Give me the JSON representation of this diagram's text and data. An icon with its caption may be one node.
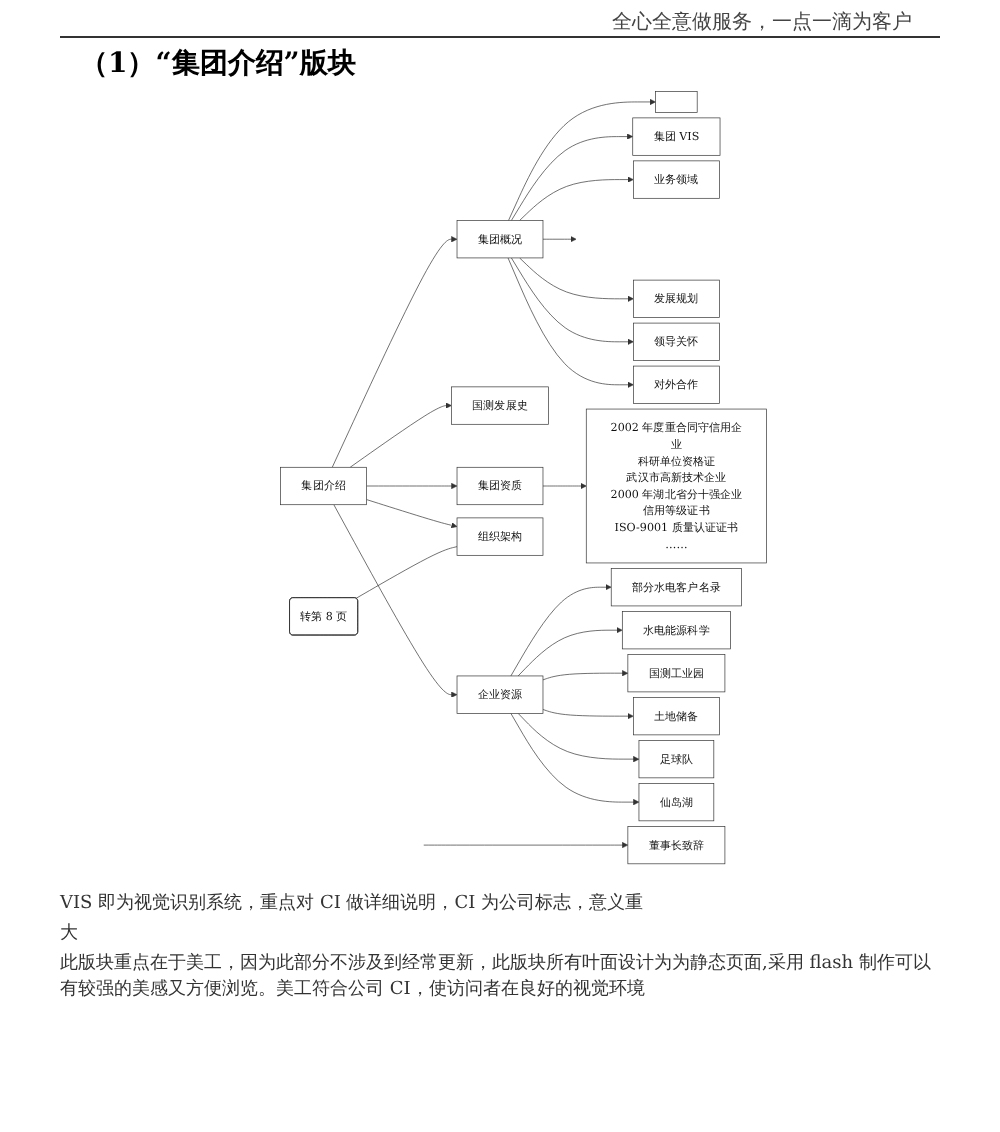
{
  "diagram": {
    "title": "（1）“集团介绍”版块",
    "nodes": [
      {
        "text": [
          "集团介绍"
        ]
      },
      {
        "text": [
          "集团概况"
        ]
      },
      {
        "text": [
          "国测发展史"
        ]
      },
      {
        "text": [
          "集团资质"
        ]
      },
      {
        "text": [
          "组织架构"
        ]
      },
      {
        "text": [
          "企业资源"
        ]
      },
      {
        "text": [],
        "shape": "box"
      },
      {
        "text": [
          "集团 VIS"
        ]
      },
      {
        "text": [
          "业务领域"
        ]
      },
      {
        "text": [
          "发展规划"
        ]
      },
      {
        "text": [
          "领导关怀"
        ]
      },
      {
        "text": [
          "对外合作"
        ]
      },
      {
        "text": [
          "董事长致辞"
        ]
      },
      {
        "text": [
          "2002 年度重合同守信用企业",
          "科研单位资格证",
          "武汉市高新技术企业",
          "2000 年湖北省分十强企业",
          "信用等级证书",
          "ISO-9001 质量认证证书",
          "……"
        ]
      },
      {
        "text": [
          "转第 8 页"
        ]
      },
      {
        "text": [
          "部分水电客户名录"
        ]
      },
      {
        "text": [
          "水电能源科学"
        ]
      },
      {
        "text": [
          "国测工业园"
        ]
      },
      {
        "text": [
          "土地储备"
        ]
      },
      {
        "text": [
          "足球队"
        ]
      },
      {
        "text": [
          "仙岛湖"
        ]
      }
    ],
    "edges": [
      {
        "from": 0,
        "to": 1,
        "arrow": "to"
      },
      {
        "from": 0,
        "to": 2,
        "arrow": "to"
      },
      {
        "from": 0,
        "to": 3,
        "arrow": "to"
      },
      {
        "from": 0,
        "to": 4,
        "arrow": "to"
      },
      {
        "from": 0,
        "to": 5,
        "arrow": "to"
      },
      {
        "from": 1,
        "to": 6,
        "arrow": "to"
      },
      {
        "from": 1,
        "to": 7,
        "arrow": "to"
      },
      {
        "from": 1,
        "to": 8,
        "arrow": "to"
      },
      {
        "from": 1,
        "to": null,
        "arrow": "to"
      },
      {
        "from": 1,
        "to": 9,
        "arrow": "to"
      },
      {
        "from": 1,
        "to": 10,
        "arrow": "to"
      },
      {
        "from": 1,
        "to": 11,
        "arrow": "to"
      },
      {
        "from": null,
        "to": 12,
        "arrow": "to"
      },
      {
        "from": 3,
        "to": 13,
        "arrow": "to"
      },
      {
        "from": 14,
        "to": 4,
        "arrow": "none"
      },
      {
        "from": 5,
        "to": 15,
        "arrow": "to"
      },
      {
        "from": 5,
        "to": 16,
        "arrow": "to"
      },
      {
        "from": 5,
        "to": 17,
        "arrow": "to"
      },
      {
        "from": 5,
        "to": 18,
        "arrow": "to"
      },
      {
        "from": 5,
        "to": 19,
        "arrow": "to"
      },
      {
        "from": 5,
        "to": 20,
        "arrow": "to"
      }
    ],
    "labels": [
      "全心全意做服务，一点一滴为客户",
      "VIS 即为视觉识别系统，重点对 CI 做详细说明，CI 为公司标志，意义重",
      "大",
      "此版块重点在于美工，因为此部分不涉及到经常更新，此版块所有叶面设计为为静态页面,采用 flash 制作可以有较强的美感又方便浏览。美工符合公司 CI，使访问者在良好的视觉环境"
    ]
  }
}
